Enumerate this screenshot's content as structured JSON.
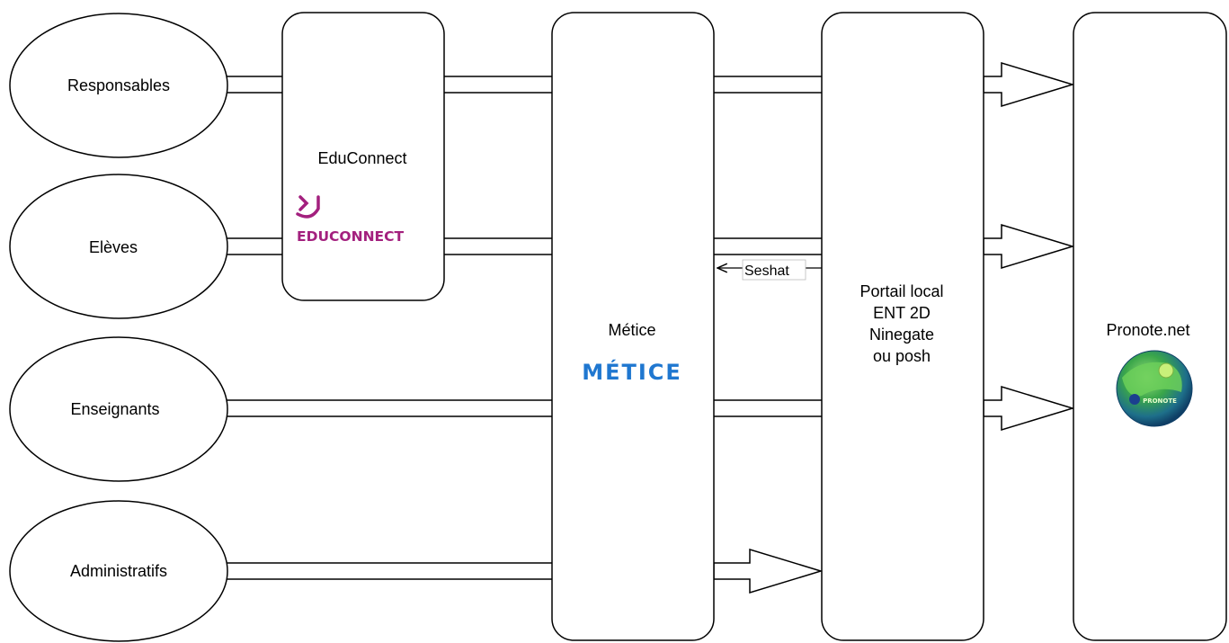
{
  "actors": [
    {
      "id": "responsables",
      "label": "Responsables"
    },
    {
      "id": "eleves",
      "label": "Elèves"
    },
    {
      "id": "enseignants",
      "label": "Enseignants"
    },
    {
      "id": "administratifs",
      "label": "Administratifs"
    }
  ],
  "services": {
    "educonnect": {
      "label": "EduConnect",
      "logo_text": "EDUCONNECT",
      "logo_color": "#a3207e"
    },
    "metice": {
      "label": "Métice",
      "logo_text": "MÉTICE",
      "logo_color": "#1f77d0"
    },
    "portail": {
      "lines": [
        "Portail local",
        "ENT 2D",
        "Ninegate",
        "ou posh"
      ]
    },
    "pronote": {
      "label": "Pronote.net",
      "logo_text": "PRONOTE"
    }
  },
  "edges": {
    "seshat_label": "Seshat"
  },
  "colors": {
    "stroke": "#000000",
    "background": "#ffffff"
  }
}
